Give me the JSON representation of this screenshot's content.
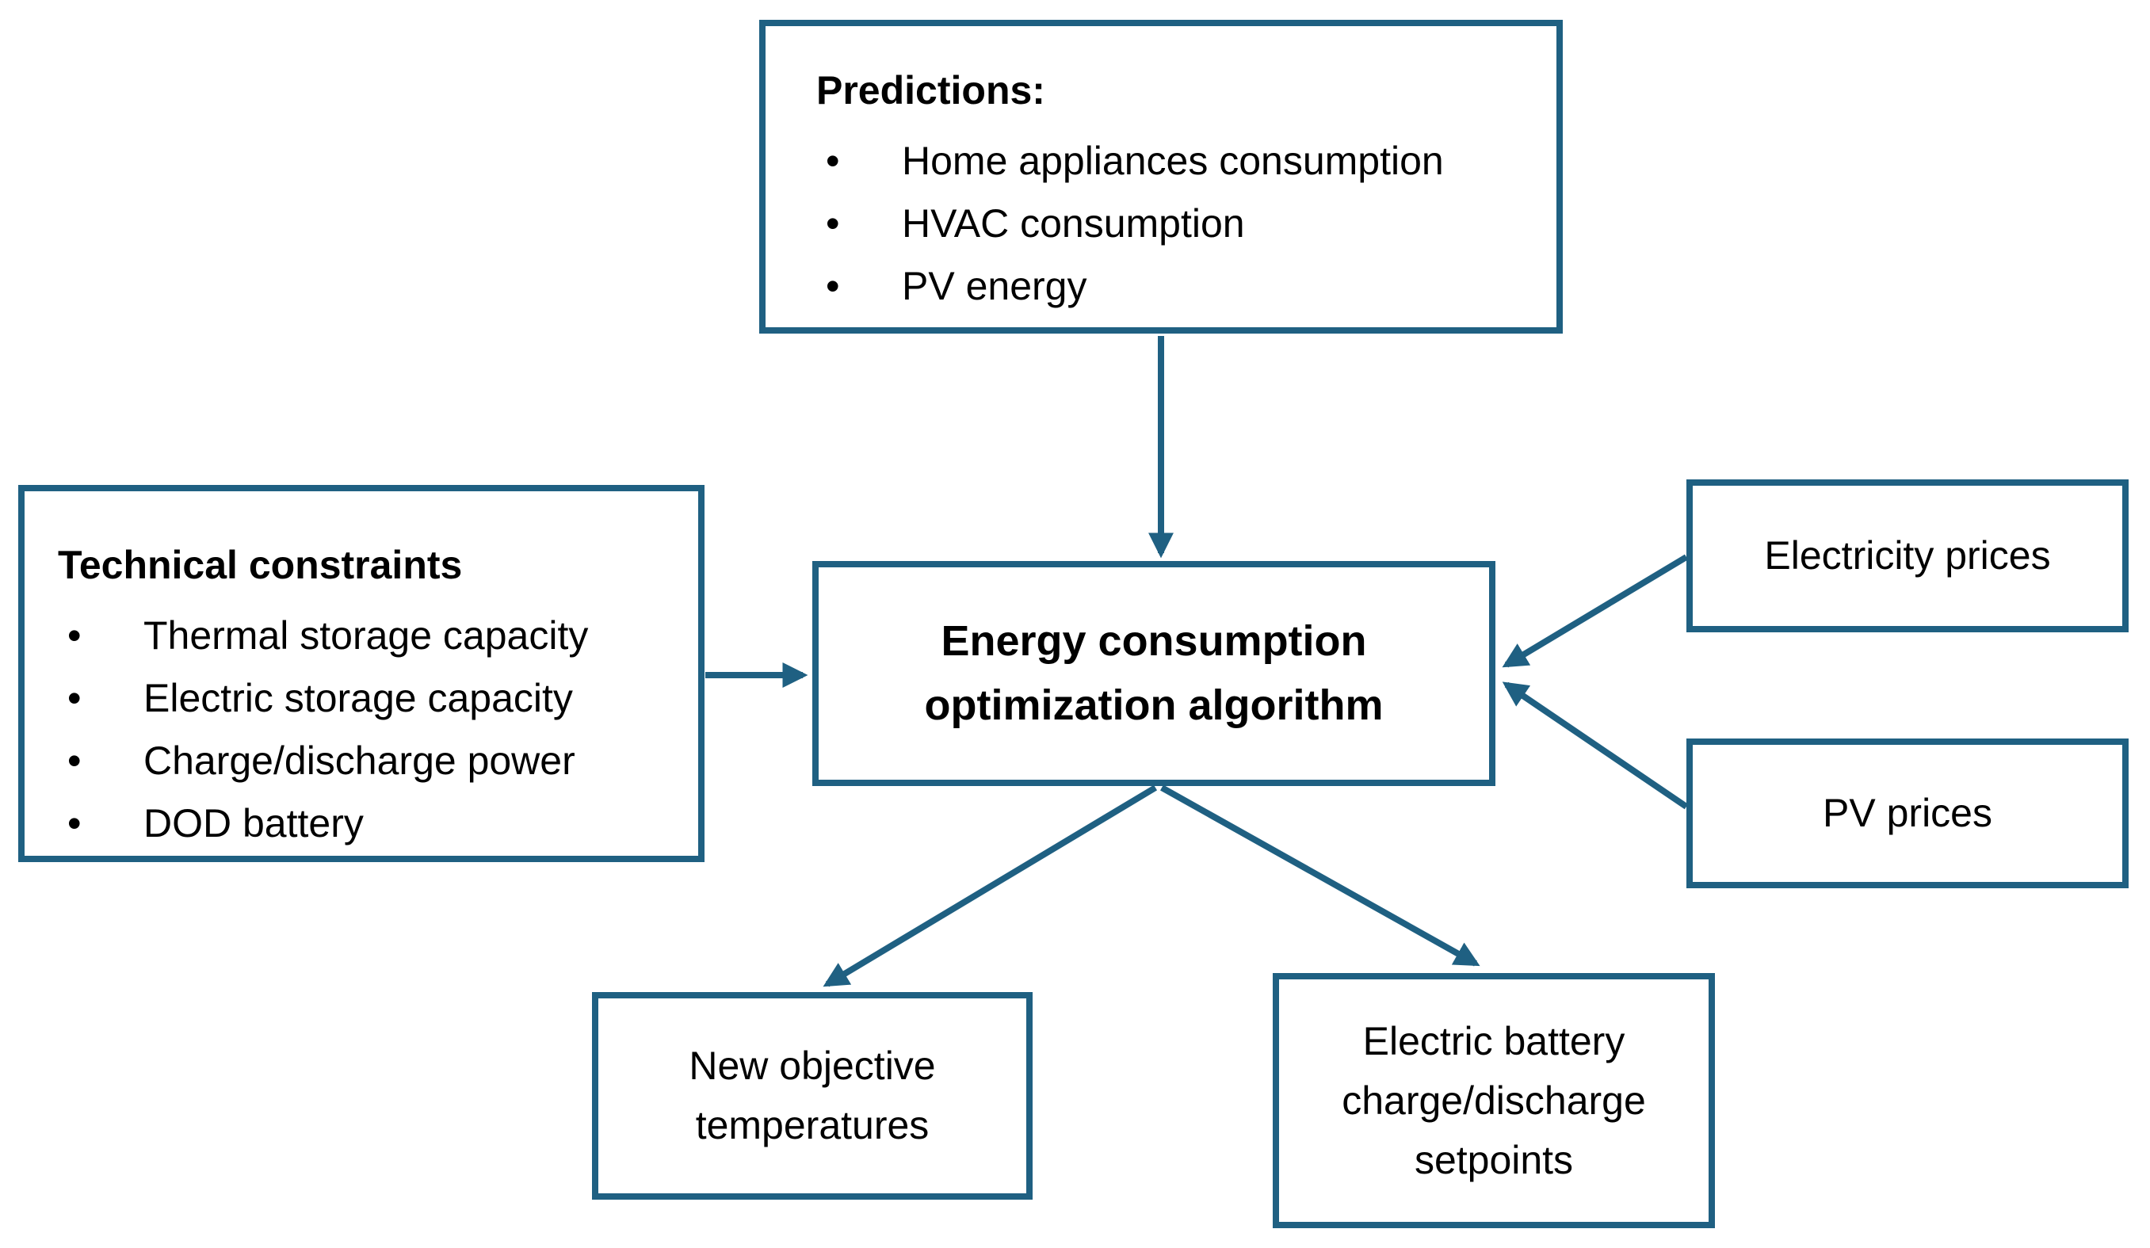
{
  "colors": {
    "accent": "#1F6082",
    "background": "#FFFFFF",
    "text": "#000000"
  },
  "boxes": {
    "predictions": {
      "title": "Predictions:",
      "items": [
        "Home appliances consumption",
        "HVAC consumption",
        "PV energy"
      ]
    },
    "technical_constraints": {
      "title": "Technical constraints",
      "items": [
        "Thermal storage capacity",
        "Electric storage capacity",
        "Charge/discharge power",
        "DOD battery"
      ]
    },
    "algorithm": {
      "label": "Energy consumption optimization algorithm"
    },
    "electricity_prices": {
      "label": "Electricity prices"
    },
    "pv_prices": {
      "label": "PV prices"
    },
    "new_objective_temperatures": {
      "label": "New objective temperatures"
    },
    "battery_setpoints": {
      "label": "Electric battery charge/discharge setpoints"
    }
  },
  "connections": [
    {
      "from": "predictions",
      "to": "algorithm"
    },
    {
      "from": "technical_constraints",
      "to": "algorithm"
    },
    {
      "from": "electricity_prices",
      "to": "algorithm"
    },
    {
      "from": "pv_prices",
      "to": "algorithm"
    },
    {
      "from": "algorithm",
      "to": "new_objective_temperatures"
    },
    {
      "from": "algorithm",
      "to": "battery_setpoints"
    }
  ]
}
